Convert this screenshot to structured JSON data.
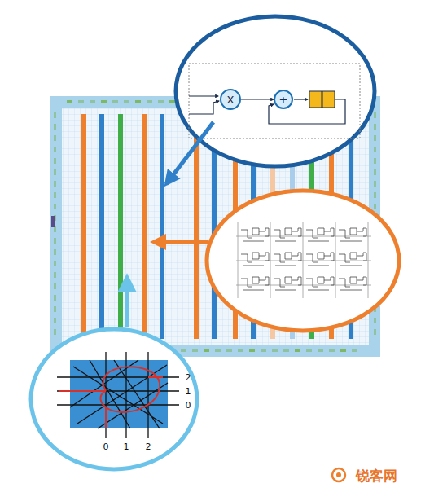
{
  "diagram": {
    "nodes": [
      {
        "text": [
          "X"
        ]
      },
      {
        "text": [
          "+"
        ]
      }
    ],
    "edges": [
      {
        "from": 0,
        "to": 1,
        "arrow": "to"
      }
    ],
    "labels": [
      "2",
      "1",
      "0",
      "0",
      "1",
      "2",
      "锐客网"
    ]
  }
}
